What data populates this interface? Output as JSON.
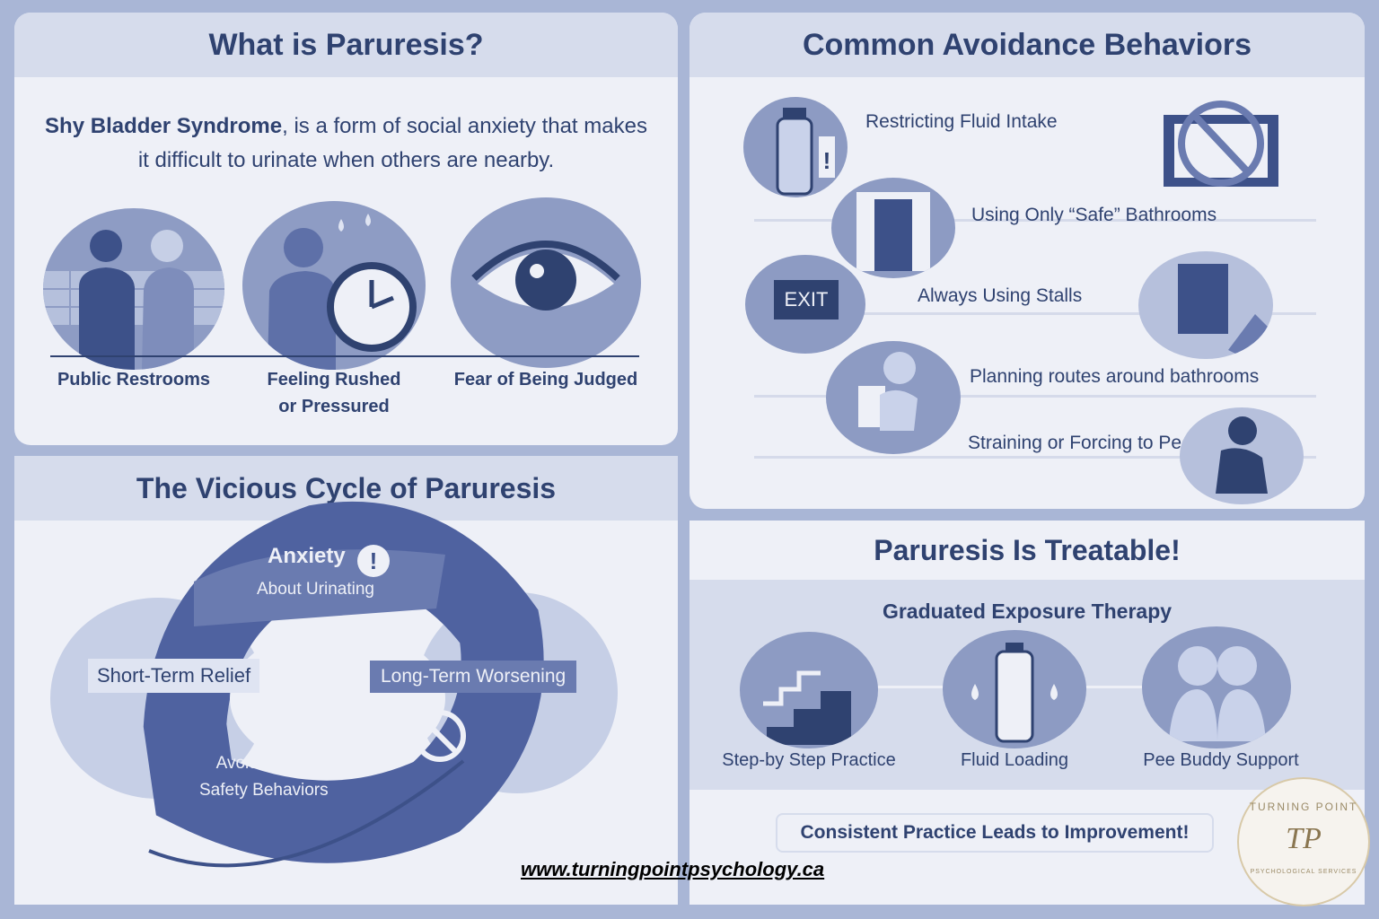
{
  "panel1": {
    "title": "What is Paruresis?",
    "intro_bold": "Shy Bladder Syndrome",
    "intro_rest": ", is a form of social anxiety that makes",
    "intro_line2": "it difficult to urinate when others are nearby.",
    "items": [
      {
        "label": "Public Restrooms",
        "icon": "restroom-people-icon"
      },
      {
        "label": "Feeling Rushed",
        "label2": "or Pressured",
        "icon": "clock-sweat-icon"
      },
      {
        "label": "Fear of Being Judged",
        "icon": "eye-icon"
      }
    ]
  },
  "panel2": {
    "title": "Common Avoidance Behaviors",
    "items": [
      {
        "label": "Restricting Fluid Intake",
        "icon": "water-bottle-icon"
      },
      {
        "label": "Using Only “Safe” Bathrooms",
        "icon": "door-icon"
      },
      {
        "label": "Always Using Stalls",
        "icon": "exit-sign-icon",
        "exit": "EXIT"
      },
      {
        "label": "Planning routes around bathrooms",
        "icon": "toilet-person-icon"
      },
      {
        "label": "Straining or Forcing to Pee",
        "icon": "straining-person-icon"
      }
    ]
  },
  "panel3": {
    "title": "The Vicious Cycle of Paruresis",
    "anxiety": "Anxiety",
    "about": "About Urinating",
    "relief": "Short-Term Relief",
    "worsening": "Long-Term Worsening",
    "avoid1": "Avoidance &",
    "avoid2": "Safety Behaviors"
  },
  "panel4": {
    "title": "Paruresis Is Treatable!",
    "subtitle": "Graduated Exposure Therapy",
    "items": [
      {
        "label": "Step-by Step Practice",
        "icon": "stairs-icon"
      },
      {
        "label": "Fluid Loading",
        "icon": "bottle-drops-icon"
      },
      {
        "label": "Pee Buddy Support",
        "icon": "buddy-support-icon"
      }
    ],
    "banner": "Consistent Practice Leads to Improvement!"
  },
  "footer": {
    "url": "www.turningpointpsychology.ca"
  },
  "logo": {
    "top": "TURNING POINT",
    "initials": "TP",
    "bottom": "PSYCHOLOGICAL SERVICES"
  },
  "colors": {
    "background": "#a9b6d6",
    "panel": "#eef0f7",
    "header": "#d6dcec",
    "navy": "#2f4270",
    "mid": "#8d9bc3"
  }
}
